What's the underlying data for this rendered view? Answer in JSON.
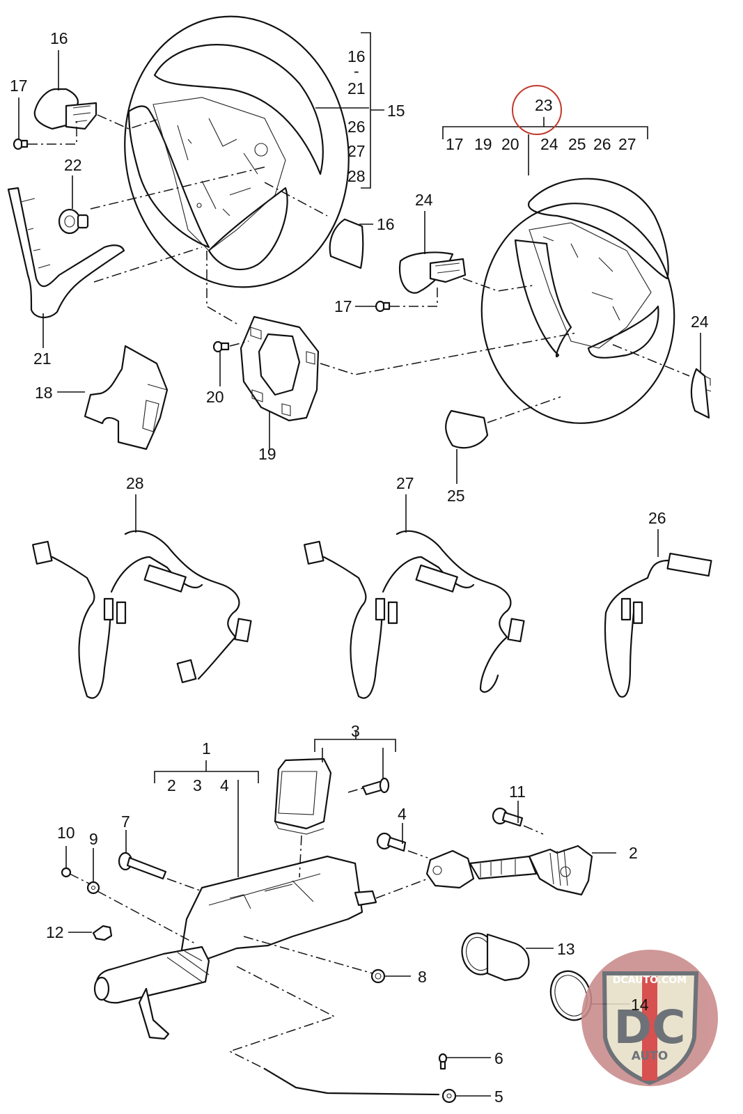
{
  "diagram": {
    "title": "Steering wheel and steering column exploded parts diagram",
    "highlighted_callout": "23",
    "highlight_color": "#c0392b",
    "callouts": {
      "c16a": "16",
      "c17a": "17",
      "c22": "22",
      "c21": "21",
      "c18": "18",
      "c20": "20",
      "c19": "19",
      "c16b": "16",
      "c15": "15",
      "g15_1": "16",
      "g15_2": "-",
      "g15_3": "21",
      "g15_4": "26",
      "g15_5": "27",
      "g15_6": "28",
      "c23": "23",
      "g23_1": "17",
      "g23_2": "19",
      "g23_3": "20",
      "g23_4": "24",
      "g23_5": "25",
      "g23_6": "26",
      "g23_7": "27",
      "c24a": "24",
      "c17b": "17",
      "c24b": "24",
      "c25": "25",
      "c28": "28",
      "c27": "27",
      "c26": "26",
      "c1": "1",
      "g1_1": "2",
      "g1_2": "3",
      "g1_3": "4",
      "c3": "3",
      "c11": "11",
      "c4": "4",
      "c2": "2",
      "c10": "10",
      "c9": "9",
      "c7": "7",
      "c12": "12",
      "c8": "8",
      "c13": "13",
      "c14": "14",
      "c6": "6",
      "c5": "5"
    }
  },
  "watermark": {
    "site": "DCAUTO.COM",
    "logo_letters": "DC",
    "logo_sub": "AUTO",
    "bg_color": "#c98a8a",
    "shield_color": "#e6e0c8",
    "text_color": "#5a5f66",
    "accent_color": "#d23a3a"
  }
}
